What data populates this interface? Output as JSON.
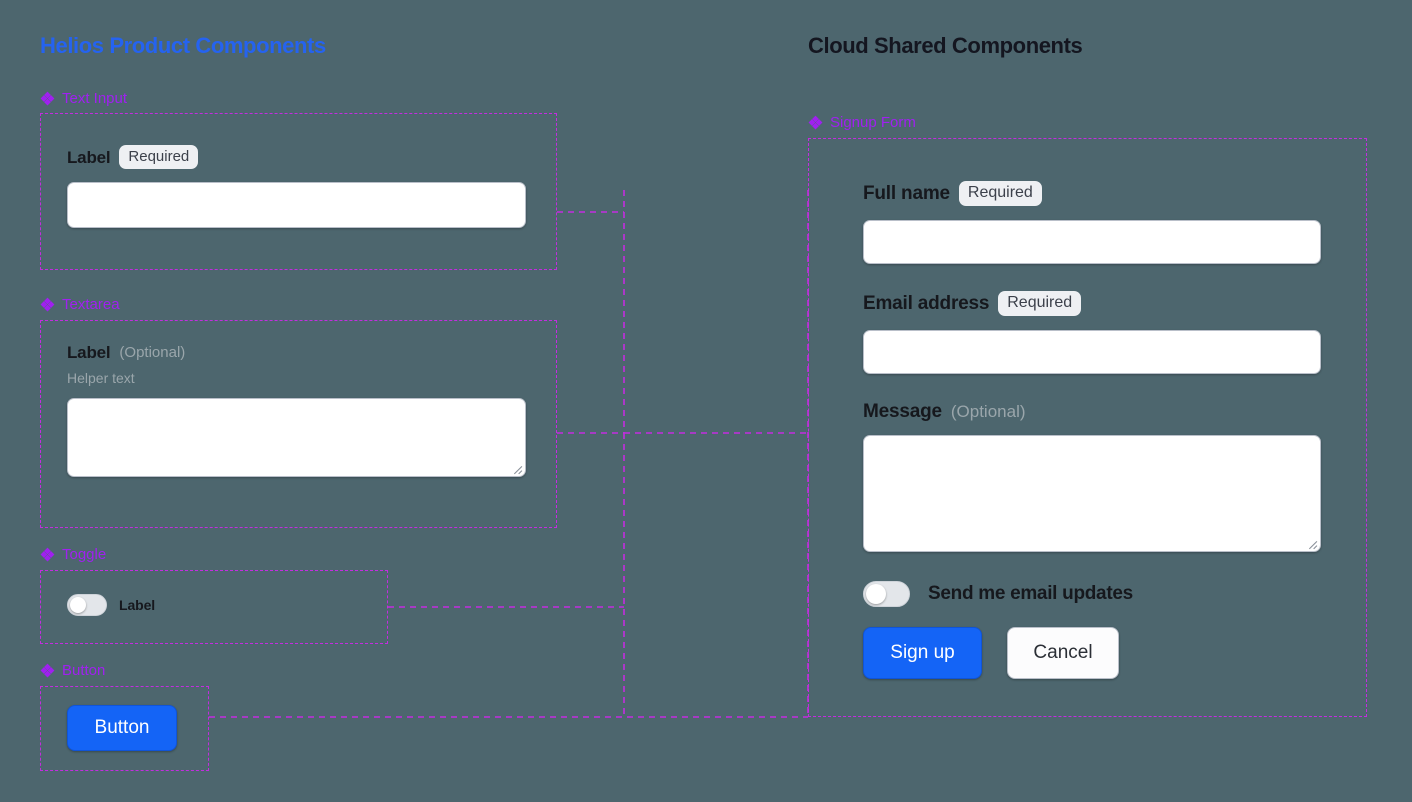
{
  "page": {
    "background_color": "#4d666e",
    "accent_blue": "#2563f0",
    "accent_purple": "#a020f0",
    "wire_color": "#c42ce0",
    "primary_button_color": "#1464f6"
  },
  "left_column": {
    "title": "Helios Product Components",
    "sections": [
      {
        "icon": "diamond-cluster-icon",
        "label": "Text Input",
        "field": {
          "label": "Label",
          "badge": "Required",
          "input_value": "",
          "input_placeholder": ""
        }
      },
      {
        "icon": "diamond-cluster-icon",
        "label": "Textarea",
        "field": {
          "label": "Label",
          "optional": "(Optional)",
          "helper": "Helper text",
          "input_value": "",
          "input_placeholder": ""
        }
      },
      {
        "icon": "diamond-cluster-icon",
        "label": "Toggle",
        "field": {
          "toggle_label": "Label",
          "toggle_state": "off"
        }
      },
      {
        "icon": "diamond-cluster-icon",
        "label": "Button",
        "field": {
          "button_label": "Button"
        }
      }
    ]
  },
  "right_column": {
    "title": "Cloud Shared Components",
    "section": {
      "icon": "diamond-cluster-icon",
      "label": "Signup Form",
      "fields": {
        "full_name": {
          "label": "Full name",
          "badge": "Required",
          "value": "",
          "placeholder": ""
        },
        "email": {
          "label": "Email address",
          "badge": "Required",
          "value": "",
          "placeholder": ""
        },
        "message": {
          "label": "Message",
          "optional": "(Optional)",
          "value": "",
          "placeholder": ""
        },
        "updates_toggle": {
          "label": "Send me email updates",
          "state": "off"
        }
      },
      "actions": {
        "primary": "Sign up",
        "secondary": "Cancel"
      }
    }
  }
}
